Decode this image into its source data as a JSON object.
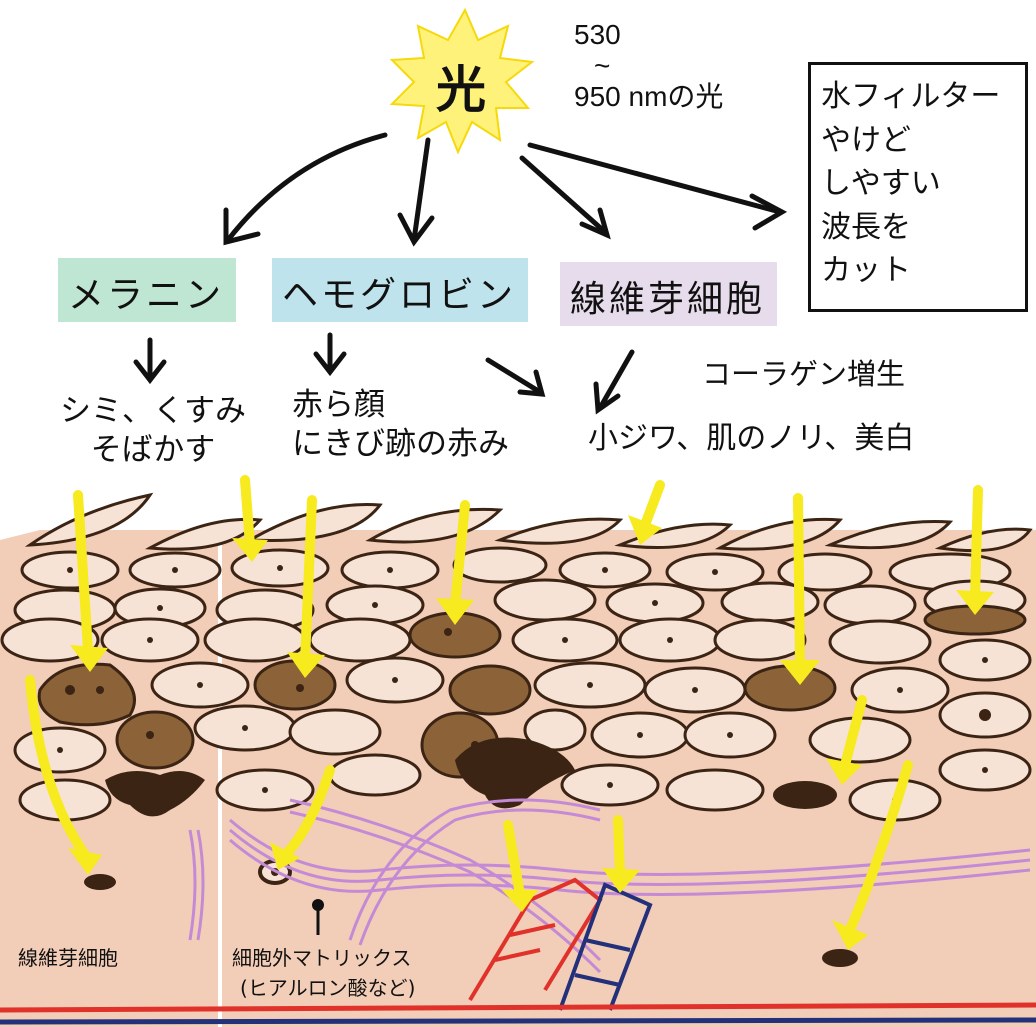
{
  "light": {
    "label": "光",
    "wavelength_top": "530",
    "wavelength_mid": "~",
    "wavelength_bottom": "950 nmの光"
  },
  "filter_box": {
    "lines": [
      "水フィルター",
      "やけど",
      "しやすい",
      "波長を",
      "カット"
    ]
  },
  "targets": [
    {
      "label": "メラニン",
      "color": "#bfe6d2"
    },
    {
      "label": "ヘモグロビン",
      "color": "#bfe3ec"
    },
    {
      "label": "線維芽細胞",
      "color": "#e7dcec"
    }
  ],
  "effects": {
    "melanin": [
      "シミ、くすみ",
      "そばかす"
    ],
    "hemoglobin": [
      "赤ら顔",
      "にきび跡の赤み"
    ],
    "collagen_title": "コーラゲン増生",
    "fibroblast": "小ジワ、肌のノリ、美白"
  },
  "skin_labels": {
    "fibroblast": "線維芽細胞",
    "matrix_line1": "細胞外マトリックス",
    "matrix_line2": "(ヒアルロン酸など)"
  },
  "colors": {
    "skin": "#f2cdb7",
    "cell_dark": "#5a3a1e",
    "melanin_cell": "#8c6238",
    "light_arrow": "#f7ea1e",
    "sun": "#fff27a",
    "fiber": "#c48ad6",
    "vessel_red": "#e0322a",
    "vessel_blue": "#23307a"
  }
}
